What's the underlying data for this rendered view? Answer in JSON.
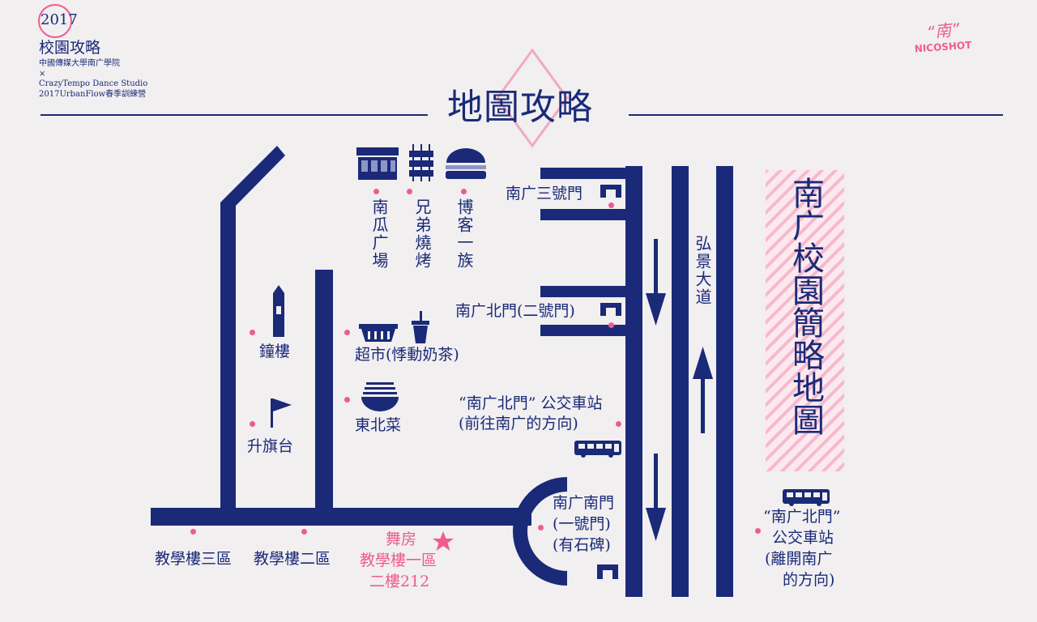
{
  "header": {
    "year": "2017",
    "title": "校園攻略",
    "line1": "中國傳媒大學南广學院",
    "line2": "×",
    "line3": "CrazyTempo Dance Studio",
    "line4": "2017UrbanFlow春季訓練營"
  },
  "main_title": "地圖攻略",
  "side_title": "南广校園簡略地圖",
  "logo_text": "NICOSHOT",
  "colors": {
    "navy": "#1a2a78",
    "pink": "#ef5b8f",
    "background": "#f1eff0"
  },
  "labels": {
    "gate3": "南广三號門",
    "gate2": "南广北門(二號門)",
    "road": "弘景大道",
    "pumpkin": "南瓜广場",
    "bbq": "兄弟燒烤",
    "boke": "博客一族",
    "bell_tower": "鐘樓",
    "supermarket": "超市(悸動奶茶)",
    "flag": "升旗台",
    "dongbei": "東北菜",
    "bus_to": [
      "“南广北門” 公交車站",
      "(前往南广的方向)"
    ],
    "south_gate": [
      "南广南門",
      "(一號門)",
      "(有石碑)"
    ],
    "bus_from": [
      "“南广北門”",
      "公交車站",
      "(離開南广",
      "的方向)"
    ],
    "teach3": "教學樓三區",
    "teach2": "教學樓二區",
    "dance_room": [
      "舞房",
      "教學樓一區",
      "二樓212"
    ]
  },
  "icons": [
    "cafe-building-icon",
    "skewer-icon",
    "burger-icon",
    "bell-tower-icon",
    "flag-icon",
    "basket-icon",
    "milk-tea-icon",
    "noodle-bowl-icon",
    "bus-icon",
    "star-icon",
    "gate-icon",
    "arrow-down-icon",
    "arrow-up-icon"
  ]
}
